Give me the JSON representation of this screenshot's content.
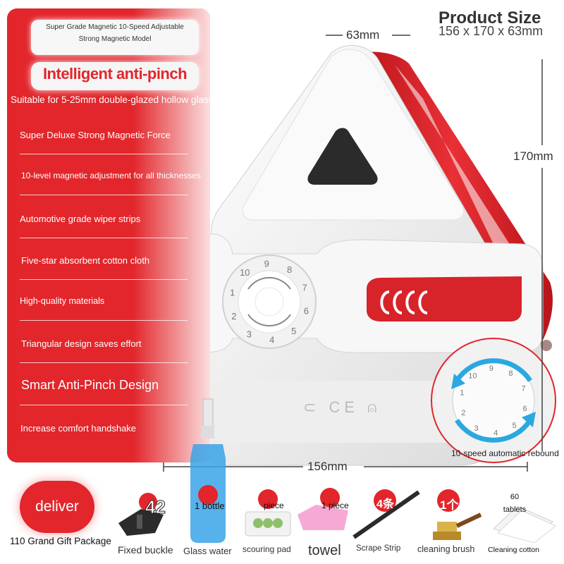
{
  "panel": {
    "subtitle": "Super Grade Magnetic 10-Speed Adjustable Strong Magnetic Model",
    "headline": "Intelligent anti-pinch",
    "features": [
      "Suitable for 5-25mm double-glazed hollow glass",
      "Super Deluxe Strong Magnetic Force",
      "10-level magnetic adjustment for all thicknesses",
      "Automotive grade wiper strips",
      "Five-star absorbent cotton cloth",
      "High-quality materials",
      "Triangular design saves effort",
      "Smart Anti-Pinch Design",
      "Increase comfort handshake"
    ]
  },
  "product_size": {
    "title": "Product Size",
    "dimensions": "156 x 170 x 63mm",
    "width_label": "63mm",
    "height_label": "170mm",
    "length_label": "156mm"
  },
  "knob": {
    "numbers": [
      "10",
      "9",
      "8",
      "7",
      "6",
      "5",
      "4",
      "3",
      "2",
      "1"
    ],
    "inset_caption": "10-speed automatic rebound"
  },
  "gift": {
    "badge": "deliver",
    "package_label": "110 Grand Gift Package",
    "items": [
      {
        "label": "Fixed buckle",
        "qty": "42"
      },
      {
        "label": "Glass water",
        "qty": "1 bottle"
      },
      {
        "label": "scouring pad",
        "qty": "piece"
      },
      {
        "label": "towel",
        "qty": "1 piece"
      },
      {
        "label": "Scrape Strip",
        "qty": "4条"
      },
      {
        "label": "cleaning brush",
        "qty": "1个"
      },
      {
        "label": "Cleaning cotton",
        "qty": "60 tablets"
      }
    ]
  },
  "colors": {
    "brand_red": "#e2262b",
    "body_white": "#f4f4f4",
    "inset_blue": "#2aa8e0"
  }
}
